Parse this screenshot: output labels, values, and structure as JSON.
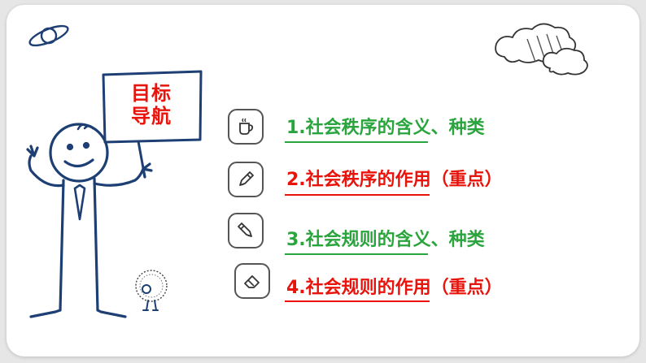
{
  "sign": {
    "line1": "目标",
    "line2": "导航"
  },
  "agenda": [
    {
      "text": "1.社会秩序的含义、种类",
      "color": "#2aa53d",
      "icon": "cup-icon"
    },
    {
      "text": "2.社会秩序的作用（重点）",
      "color": "#e8140c",
      "icon": "pencil-icon"
    },
    {
      "text": "3.社会规则的含义、种类",
      "color": "#2aa53d",
      "icon": "pencil-icon"
    },
    {
      "text": "4.社会规则的作用（重点）",
      "color": "#e8140c",
      "icon": "eraser-icon"
    }
  ],
  "colors": {
    "accent_red": "#e8140c",
    "accent_green": "#2aa53d",
    "line_blue": "#1e3f73"
  }
}
